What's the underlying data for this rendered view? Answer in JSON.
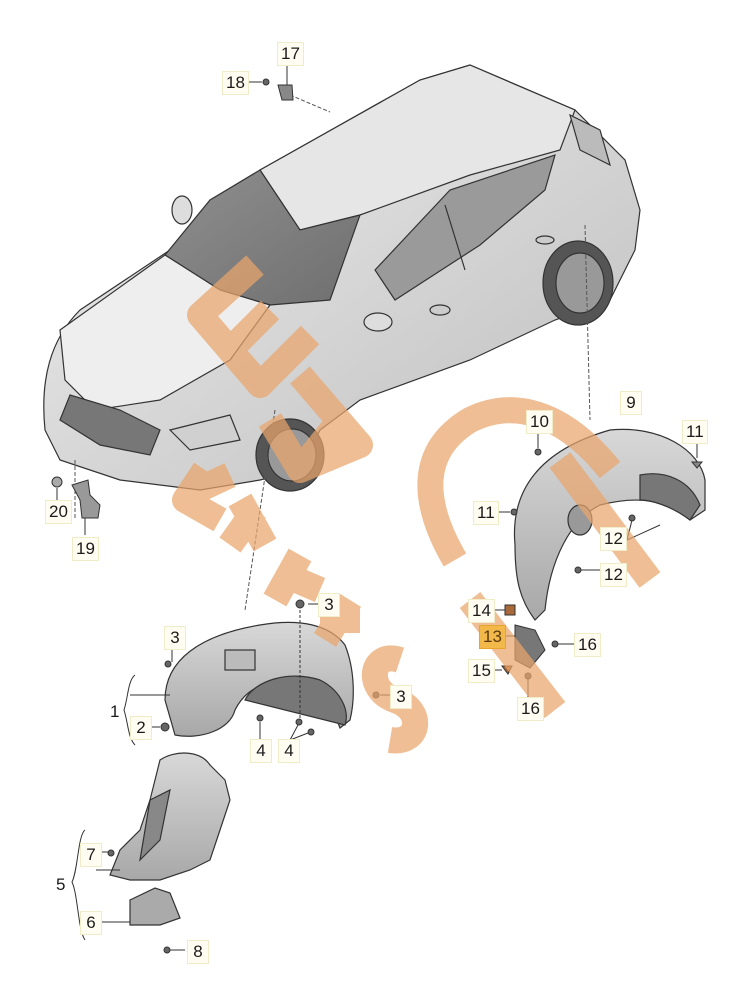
{
  "diagram": {
    "type": "exploded-parts-diagram",
    "subject": "Hatchback car with front and rear wheel housing liners",
    "watermark": {
      "text": "EPC PARTS",
      "color": "#e9a56b",
      "opacity": 0.7
    },
    "highlight_color": "#f2b84a",
    "callouts": [
      {
        "id": "c17",
        "label": "17"
      },
      {
        "id": "c18",
        "label": "18"
      },
      {
        "id": "c20",
        "label": "20"
      },
      {
        "id": "c19",
        "label": "19"
      },
      {
        "id": "c9",
        "label": "9"
      },
      {
        "id": "c10",
        "label": "10"
      },
      {
        "id": "c11a",
        "label": "11"
      },
      {
        "id": "c11b",
        "label": "11"
      },
      {
        "id": "c12a",
        "label": "12"
      },
      {
        "id": "c12b",
        "label": "12"
      },
      {
        "id": "c14",
        "label": "14"
      },
      {
        "id": "c13",
        "label": "13",
        "highlighted": true
      },
      {
        "id": "c15",
        "label": "15"
      },
      {
        "id": "c16a",
        "label": "16"
      },
      {
        "id": "c16b",
        "label": "16"
      },
      {
        "id": "c3a",
        "label": "3"
      },
      {
        "id": "c3b",
        "label": "3"
      },
      {
        "id": "c3c",
        "label": "3"
      },
      {
        "id": "c1",
        "label": "1"
      },
      {
        "id": "c2",
        "label": "2"
      },
      {
        "id": "c4a",
        "label": "4"
      },
      {
        "id": "c4b",
        "label": "4"
      },
      {
        "id": "c7",
        "label": "7"
      },
      {
        "id": "c5",
        "label": "5"
      },
      {
        "id": "c6",
        "label": "6"
      },
      {
        "id": "c8",
        "label": "8"
      }
    ]
  }
}
